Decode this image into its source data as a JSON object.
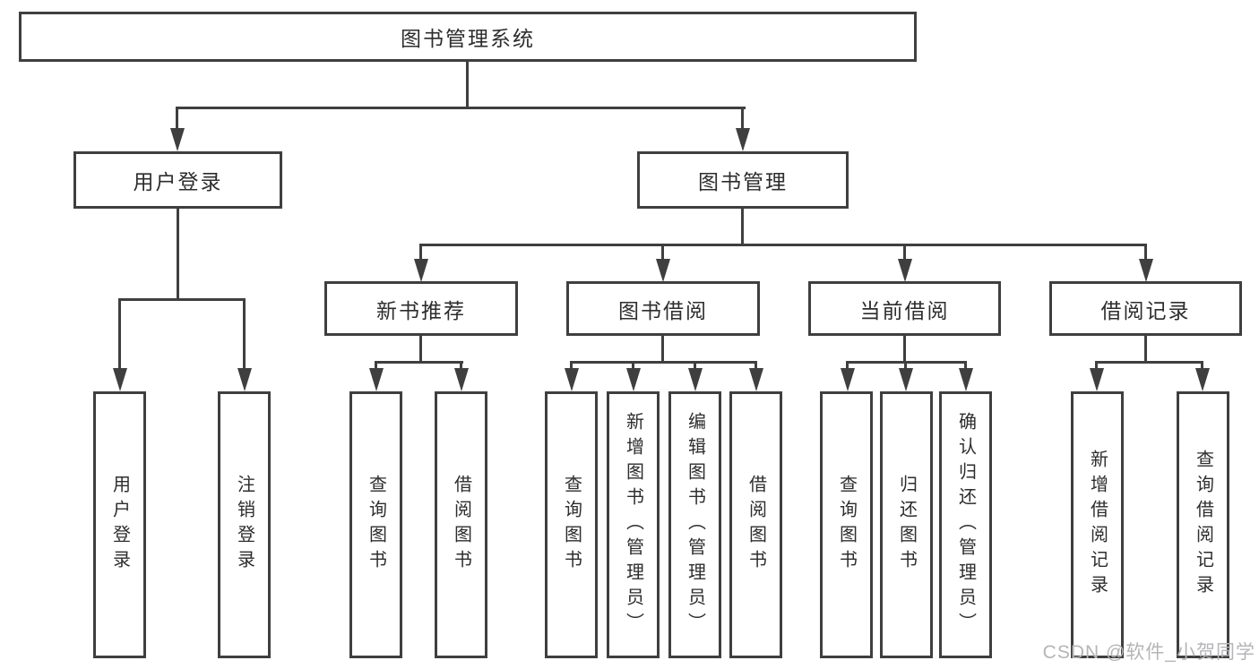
{
  "diagram_title": "图书管理系统",
  "tree": {
    "root": "图书管理系统",
    "branches": [
      {
        "label": "用户登录",
        "leaves": [
          "用户登录",
          "注销登录"
        ]
      },
      {
        "label": "图书管理",
        "groups": [
          {
            "label": "新书推荐",
            "leaves": [
              "查询图书",
              "借阅图书"
            ]
          },
          {
            "label": "图书借阅",
            "leaves": [
              "查询图书",
              "新增图书（管理员）",
              "编辑图书（管理员）",
              "借阅图书"
            ]
          },
          {
            "label": "当前借阅",
            "leaves": [
              "查询图书",
              "归还图书",
              "确认归还（管理员）"
            ]
          },
          {
            "label": "借阅记录",
            "leaves": [
              "新增借阅记录",
              "查询借阅记录"
            ]
          }
        ]
      }
    ]
  },
  "watermark": "CSDN @软件_小贺同学",
  "colors": {
    "line": "#3f3f3f",
    "text": "#2d2d2d",
    "background": "#ffffff",
    "watermark": "#b5b5b8"
  }
}
